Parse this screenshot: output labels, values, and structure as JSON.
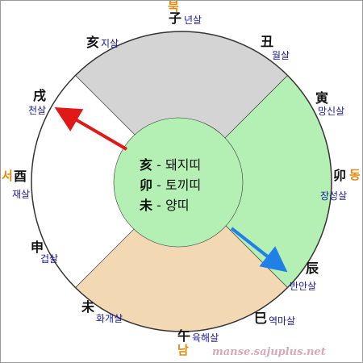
{
  "colors": {
    "top_sector": "#d4d4d4",
    "right_sector": "#b4f0b4",
    "bottom_sector": "#f2d9b3",
    "left_sector": "#ffffff",
    "center_circle": "#b4f0b4",
    "outline": "#333333",
    "red_arrow": "#e01818",
    "blue_arrow": "#2080e8",
    "direction_text": "#e58a10",
    "sal_text": "#1a1aa0"
  },
  "directions": {
    "north": "북",
    "east": "동",
    "south": "남",
    "west": "서"
  },
  "branches": [
    {
      "id": "ja",
      "hanja": "子",
      "sal": "년살"
    },
    {
      "id": "chuk",
      "hanja": "丑",
      "sal": "월살"
    },
    {
      "id": "in",
      "hanja": "寅",
      "sal": "망신살"
    },
    {
      "id": "myo",
      "hanja": "卯",
      "sal": "장성살"
    },
    {
      "id": "jin",
      "hanja": "辰",
      "sal": "반안살"
    },
    {
      "id": "sa",
      "hanja": "巳",
      "sal": "역마살"
    },
    {
      "id": "o",
      "hanja": "午",
      "sal": "육해살"
    },
    {
      "id": "mi",
      "hanja": "未",
      "sal": "화개살"
    },
    {
      "id": "sin",
      "hanja": "申",
      "sal": "겁살"
    },
    {
      "id": "yu",
      "hanja": "酉",
      "sal": "재살"
    },
    {
      "id": "sul",
      "hanja": "戌",
      "sal": "천살"
    },
    {
      "id": "hae",
      "hanja": "亥",
      "sal": "지살"
    }
  ],
  "center": [
    {
      "hanja": "亥",
      "dash": " - ",
      "animal": "돼지띠"
    },
    {
      "hanja": "卯",
      "dash": " - ",
      "animal": "토끼띠"
    },
    {
      "hanja": "未",
      "dash": " - ",
      "animal": "양띠"
    }
  ],
  "watermark": "manse.sajuplus.net"
}
